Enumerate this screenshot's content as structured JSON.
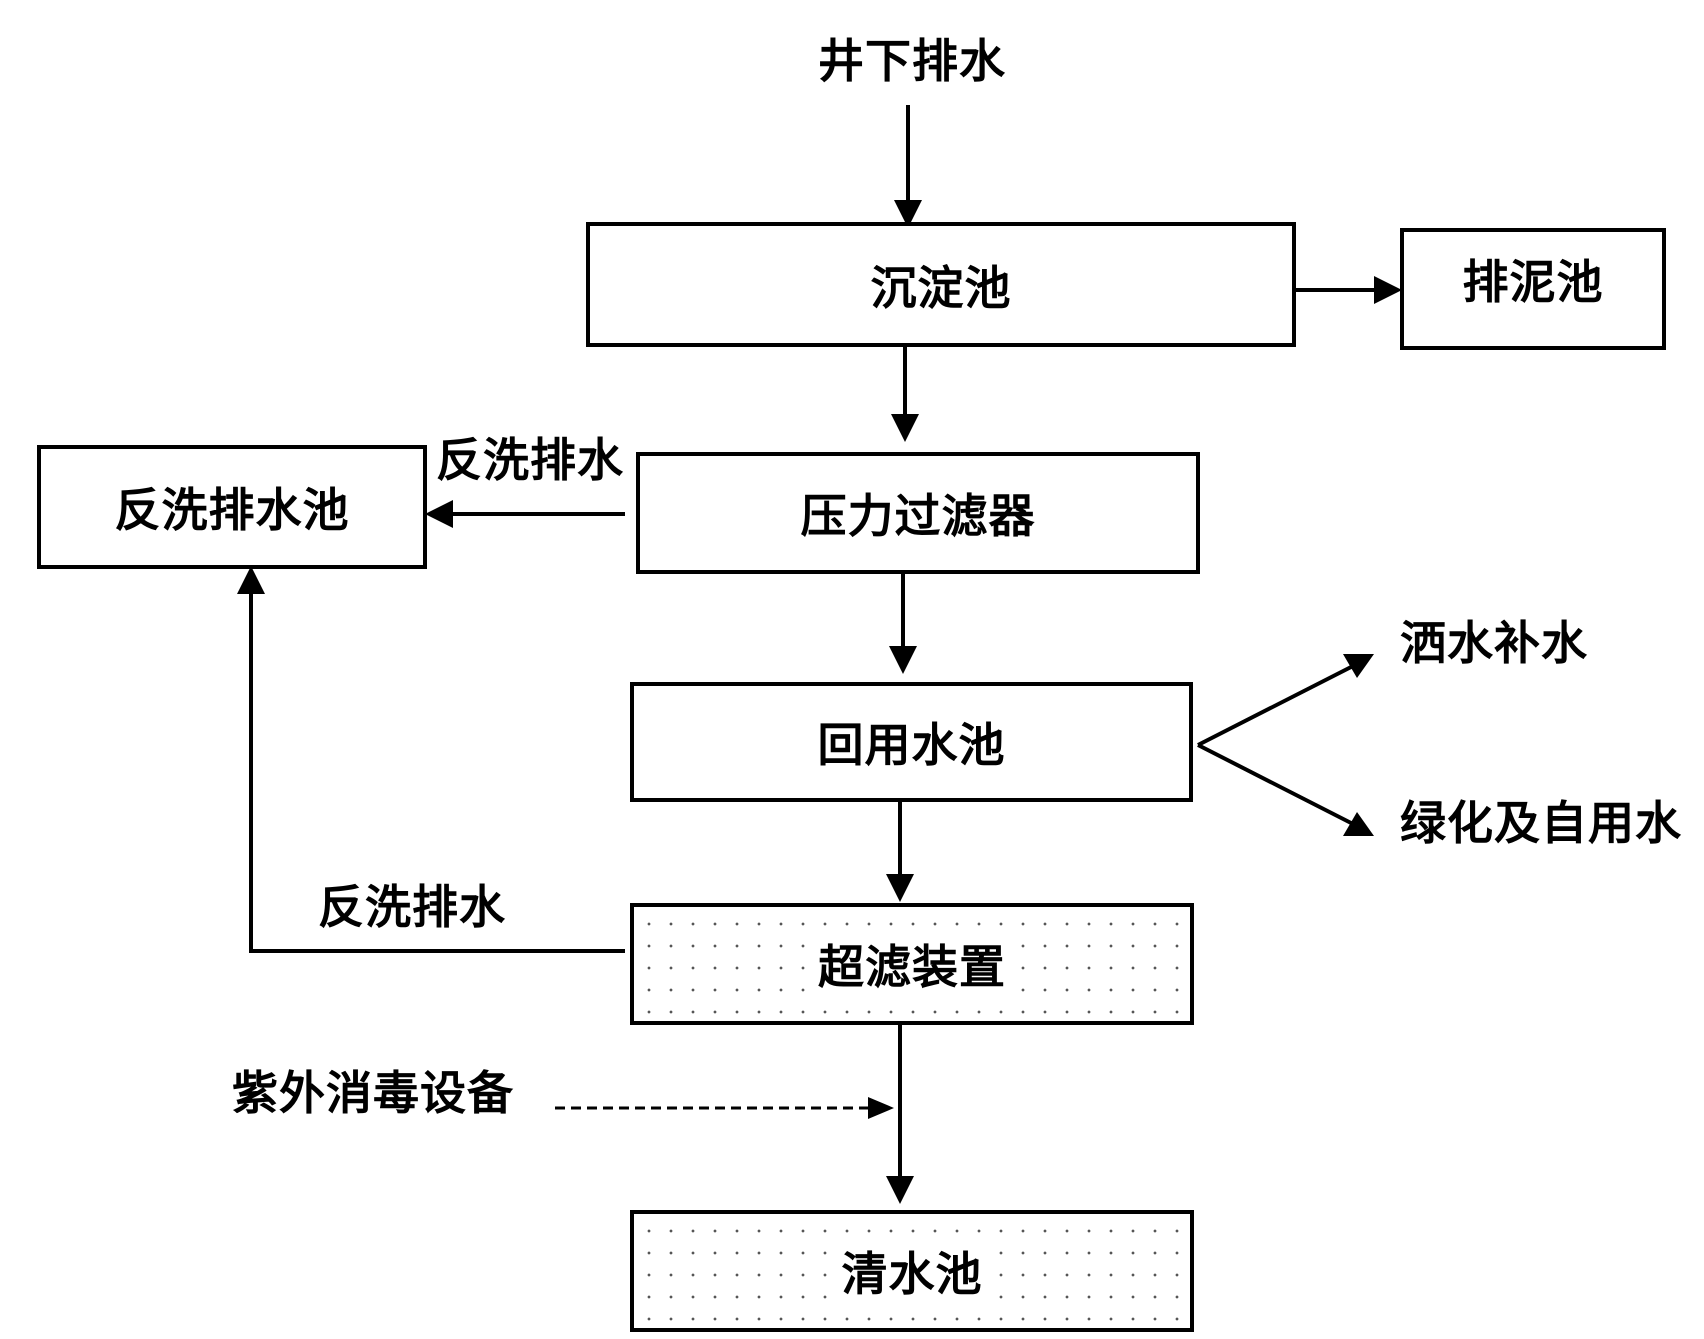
{
  "nodes": {
    "source": "井下排水",
    "sedimentation": "沉淀池",
    "sludge": "排泥池",
    "pressure_filter": "压力过滤器",
    "backwash_pool": "反洗排水池",
    "reuse_pool": "回用水池",
    "sprinkling": "洒水补水",
    "greening": "绿化及自用水",
    "ultrafiltration": "超滤装置",
    "clear_pool": "清水池",
    "uv": "紫外消毒设备"
  },
  "edge_labels": {
    "backwash_1": "反洗排水",
    "backwash_2": "反洗排水"
  }
}
